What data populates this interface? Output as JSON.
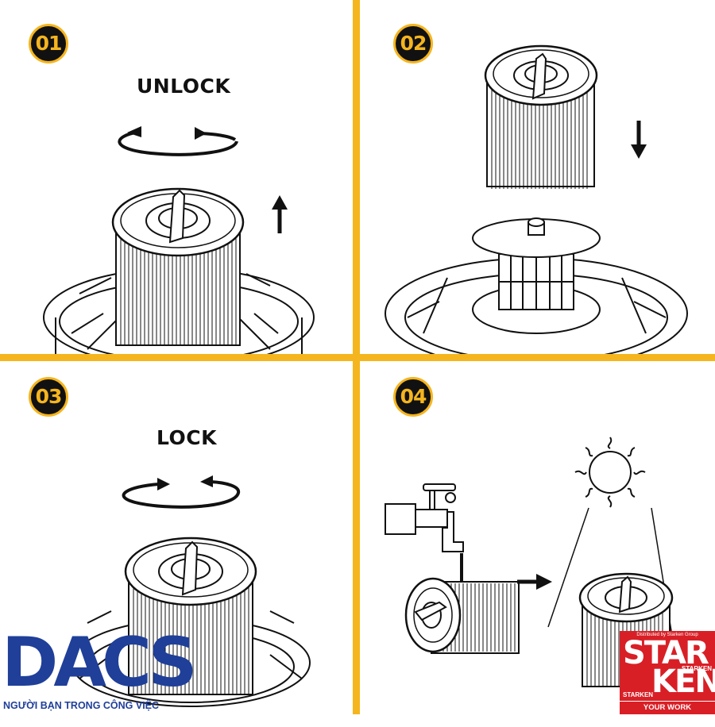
{
  "steps": [
    {
      "number": "01",
      "label": "UNLOCK"
    },
    {
      "number": "02",
      "label": ""
    },
    {
      "number": "03",
      "label": "LOCK"
    },
    {
      "number": "04",
      "label": ""
    }
  ],
  "colors": {
    "accent": "#f5b51e",
    "dacs_blue": "#1f3f99",
    "starken_red": "#d91f26"
  },
  "logos": {
    "dacs": {
      "word": "DACS",
      "tagline": "NGƯỜI BẠN TRONG CÔNG VIỆC"
    },
    "starken": {
      "top_text": "Distributed by Starken Group",
      "line1": "STAR",
      "line2": "KEN",
      "small_mark": "STARKEN",
      "small_mark_2": "STARKEN",
      "bottom_text": "YOUR WORK COMPANION"
    }
  },
  "icons": [
    "rotate-ccw-icon",
    "rotate-cw-icon",
    "arrow-up-icon",
    "arrow-down-icon",
    "arrow-right-icon",
    "faucet-icon",
    "sun-icon"
  ]
}
